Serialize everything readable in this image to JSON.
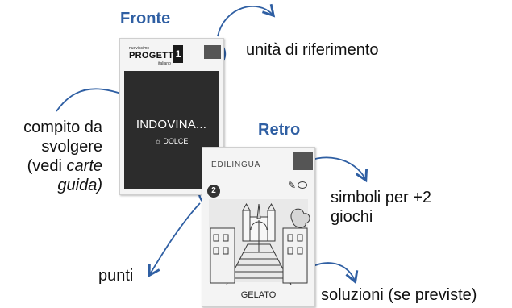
{
  "headers": {
    "front": "Fronte",
    "back": "Retro"
  },
  "labels": {
    "unit": "unità di riferimento",
    "task_lines": [
      "compito da",
      "svolgere",
      "(vedi ",
      "carte",
      "guida)"
    ],
    "symbols_lines": [
      "simboli per +2",
      "giochi"
    ],
    "points": "punti",
    "solutions": "soluzioni (se previste)"
  },
  "front_card": {
    "brand_small": "nuovissimo",
    "brand": "PROGETTO",
    "brand_sub": "italiano",
    "number": "1",
    "task": "INDOVINA...",
    "difficulty": "DOLCE",
    "difficulty_icon": "lightbulb-icon"
  },
  "back_card": {
    "publisher": "EDILINGUA",
    "medal_value": "2",
    "medal_icon": "medal-icon",
    "symbol_icons": [
      "pencil-icon",
      "speech-bubbles-icon"
    ],
    "illustration": "spanish-steps-illustration",
    "solution": "GELATO"
  },
  "colors": {
    "accent": "#2f5fa3",
    "card_dark": "#2c2c2c",
    "text": "#111111"
  }
}
